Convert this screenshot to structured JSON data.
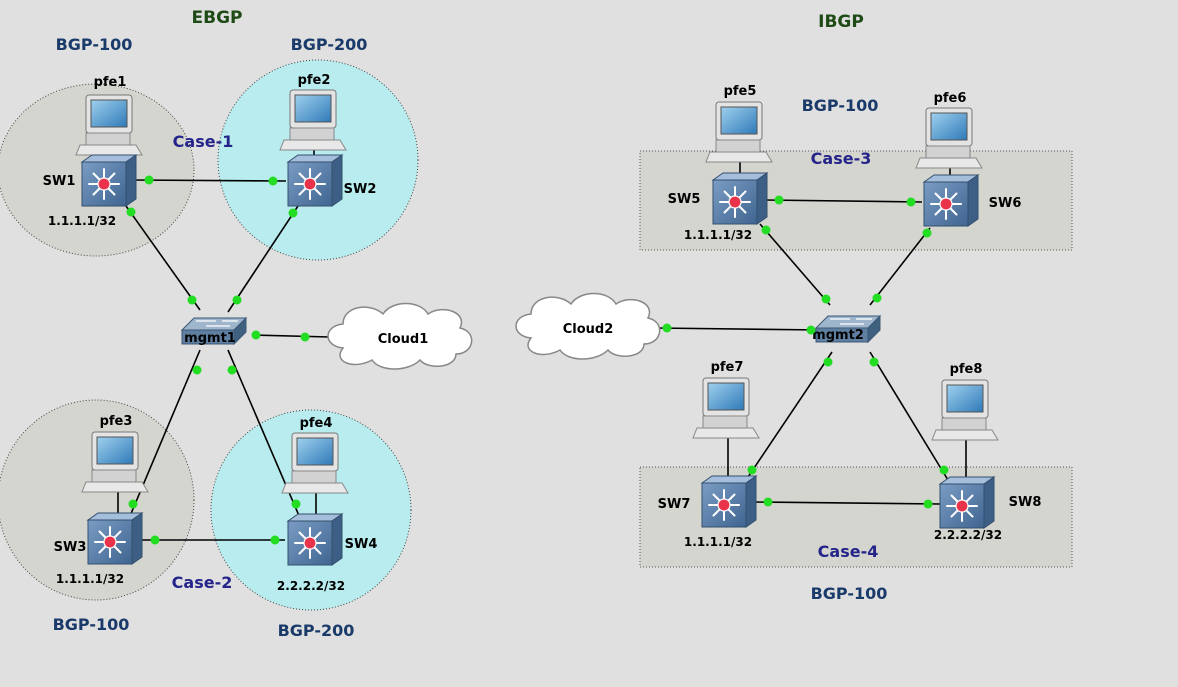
{
  "titles": {
    "ebgp": "EBGP",
    "ibgp": "IBGP"
  },
  "asn_labels": {
    "bgp100_a": "BGP-100",
    "bgp200_a": "BGP-200",
    "bgp100_b": "BGP-100",
    "bgp200_b": "BGP-200",
    "bgp100_c": "BGP-100",
    "bgp100_d": "BGP-100"
  },
  "cases": {
    "case1": "Case-1",
    "case2": "Case-2",
    "case3": "Case-3",
    "case4": "Case-4"
  },
  "hosts": {
    "pfe1": "pfe1",
    "pfe2": "pfe2",
    "pfe3": "pfe3",
    "pfe4": "pfe4",
    "pfe5": "pfe5",
    "pfe6": "pfe6",
    "pfe7": "pfe7",
    "pfe8": "pfe8"
  },
  "switches": {
    "sw1": "SW1",
    "sw2": "SW2",
    "sw3": "SW3",
    "sw4": "SW4",
    "sw5": "SW5",
    "sw6": "SW6",
    "sw7": "SW7",
    "sw8": "SW8"
  },
  "hubs": {
    "mgmt1": "mgmt1",
    "mgmt2": "mgmt2"
  },
  "clouds": {
    "cloud1": "Cloud1",
    "cloud2": "Cloud2"
  },
  "ips": {
    "sw1": "1.1.1.1/32",
    "sw3": "1.1.1.1/32",
    "sw4": "2.2.2.2/32",
    "sw5": "1.1.1.1/32",
    "sw7": "1.1.1.1/32",
    "sw8": "2.2.2.2/32"
  },
  "colors": {
    "background": "#e0e0e0",
    "as100_zone": "#d3d5ce",
    "as200_zone": "#b8ecee",
    "link_dot": "#22dd22",
    "switch_body": "#5a7fa8",
    "router_core": "#e8334a"
  }
}
